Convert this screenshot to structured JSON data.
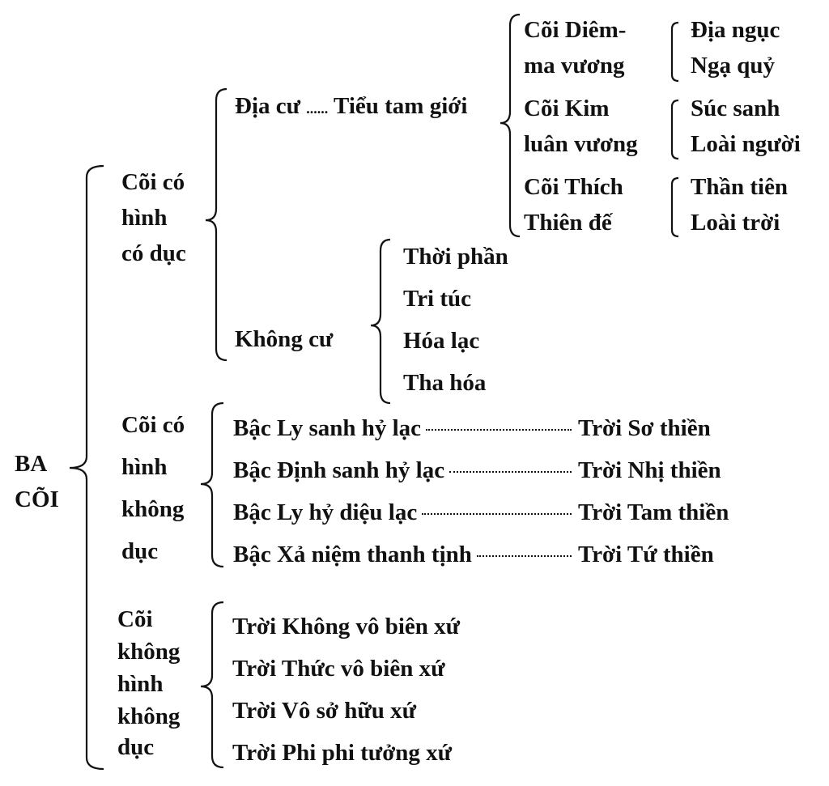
{
  "root": [
    "BA",
    "CÕI"
  ],
  "realm1": {
    "title": [
      "Cõi có",
      "hình",
      "có dục"
    ],
    "dia_cu": "Địa cư",
    "dia_cu_leader": "......",
    "tieu_tam_gioi": "Tiểu tam giới",
    "heavens": [
      {
        "name": [
          "Cõi Diêm-",
          "ma vương"
        ],
        "beings": [
          "Địa ngục",
          "Ngạ quỷ"
        ]
      },
      {
        "name": [
          "Cõi Kim",
          "luân vương"
        ],
        "beings": [
          "Súc sanh",
          "Loài người"
        ]
      },
      {
        "name": [
          "Cõi Thích",
          "Thiên đế"
        ],
        "beings": [
          "Thần tiên",
          "Loài trời"
        ]
      }
    ],
    "khong_cu": "Không cư",
    "khong_cu_items": [
      "Thời phần",
      "Tri túc",
      "Hóa lạc",
      "Tha hóa"
    ]
  },
  "realm2": {
    "title": [
      "Cõi có",
      "hình",
      "không",
      "dục"
    ],
    "rows": [
      {
        "left": "Bậc Ly sanh hỷ lạc",
        "right": "Trời Sơ thiền"
      },
      {
        "left": "Bậc Định sanh hỷ lạc",
        "right": "Trời Nhị thiền"
      },
      {
        "left": "Bậc Ly hỷ diệu lạc",
        "right": "Trời Tam thiền"
      },
      {
        "left": "Bậc Xả niệm thanh tịnh",
        "right": "Trời Tứ thiền"
      }
    ]
  },
  "realm3": {
    "title": [
      "Cõi",
      "không",
      "hình",
      "không",
      "dục"
    ],
    "items": [
      "Trời Không vô biên xứ",
      "Trời Thức vô biên xứ",
      "Trời Vô sở hữu xứ",
      "Trời Phi phi tưởng xứ"
    ]
  }
}
